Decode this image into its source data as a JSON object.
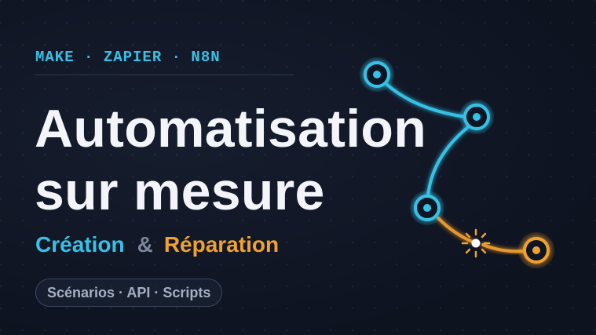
{
  "header": {
    "kicker": "MAKE · ZAPIER · N8N"
  },
  "hero": {
    "title_line1": "Automatisation",
    "title_line2": "sur mesure"
  },
  "subtitle": {
    "part1": "Création",
    "separator": "&",
    "part2": "Réparation"
  },
  "tags": {
    "label": "Scénarios · API · Scripts"
  },
  "colors": {
    "background": "#0f1421",
    "cyan": "#36c2e6",
    "orange": "#f2a12e",
    "title": "#f3f5fa",
    "muted": "#7c879d"
  },
  "icons": [
    "workflow-node-icon",
    "spark-icon"
  ]
}
